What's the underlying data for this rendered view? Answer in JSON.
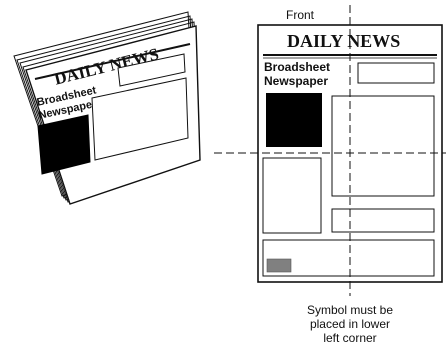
{
  "left_paper": {
    "masthead": "DAILY NEWS",
    "headline_line1": "Broadsheet",
    "headline_line2": "Newspaper"
  },
  "right_paper": {
    "front_label": "Front",
    "masthead": "DAILY NEWS",
    "headline_line1": "Broadsheet",
    "headline_line2": "Newspaper"
  },
  "caption": {
    "line1": "Symbol must be",
    "line2": "placed in lower",
    "line3": "left corner"
  },
  "colors": {
    "ink": "#111111",
    "solid_block": "#000000",
    "symbol_marker": "#808080",
    "paper": "#ffffff"
  }
}
